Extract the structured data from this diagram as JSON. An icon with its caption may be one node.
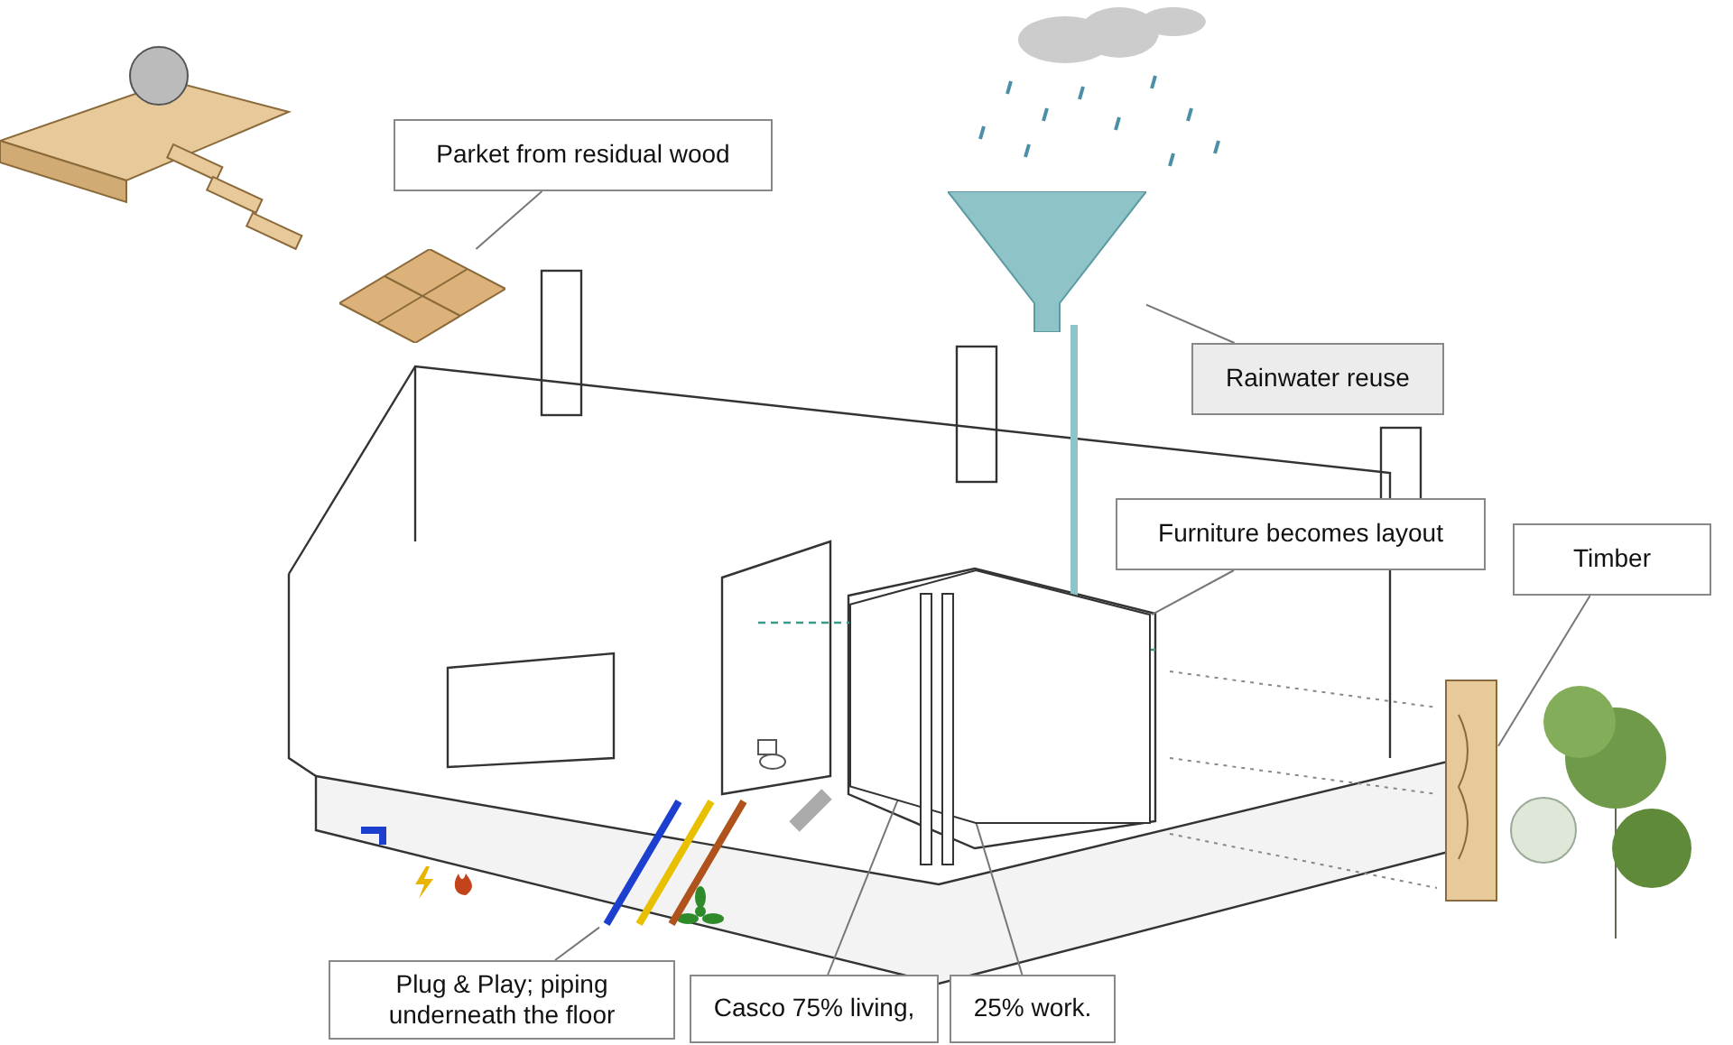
{
  "diagram": {
    "nodes": [
      {
        "text": [
          "Parket from residual wood"
        ]
      },
      {
        "text": [
          "Rainwater reuse"
        ]
      },
      {
        "text": [
          "Furniture becomes layout"
        ]
      },
      {
        "text": [
          "Timber"
        ]
      },
      {
        "text": [
          "Plug & Play; piping underneath the floor"
        ]
      },
      {
        "text": [
          "Casco 75% living,"
        ]
      },
      {
        "text": [
          "25% work."
        ]
      },
      {
        "text": [],
        "shape": "picture"
      },
      {
        "text": [],
        "shape": "picture"
      },
      {
        "text": [],
        "shape": "box"
      },
      {
        "text": [],
        "shape": "bar"
      },
      {
        "text": [],
        "shape": "bar"
      },
      {
        "text": [],
        "shape": "picture"
      },
      {
        "text": [],
        "shape": "bar"
      }
    ],
    "edges": [
      {
        "from": 0,
        "to": 7,
        "arrow": "none"
      },
      {
        "from": 1,
        "to": 12,
        "arrow": "none"
      },
      {
        "from": 2,
        "to": 9,
        "arrow": "none"
      },
      {
        "from": 3,
        "to": 13,
        "arrow": "none"
      },
      {
        "from": 4,
        "to": 8,
        "arrow": "none"
      },
      {
        "from": 5,
        "to": 10,
        "arrow": "none"
      },
      {
        "from": 6,
        "to": 11,
        "arrow": "none"
      }
    ]
  }
}
